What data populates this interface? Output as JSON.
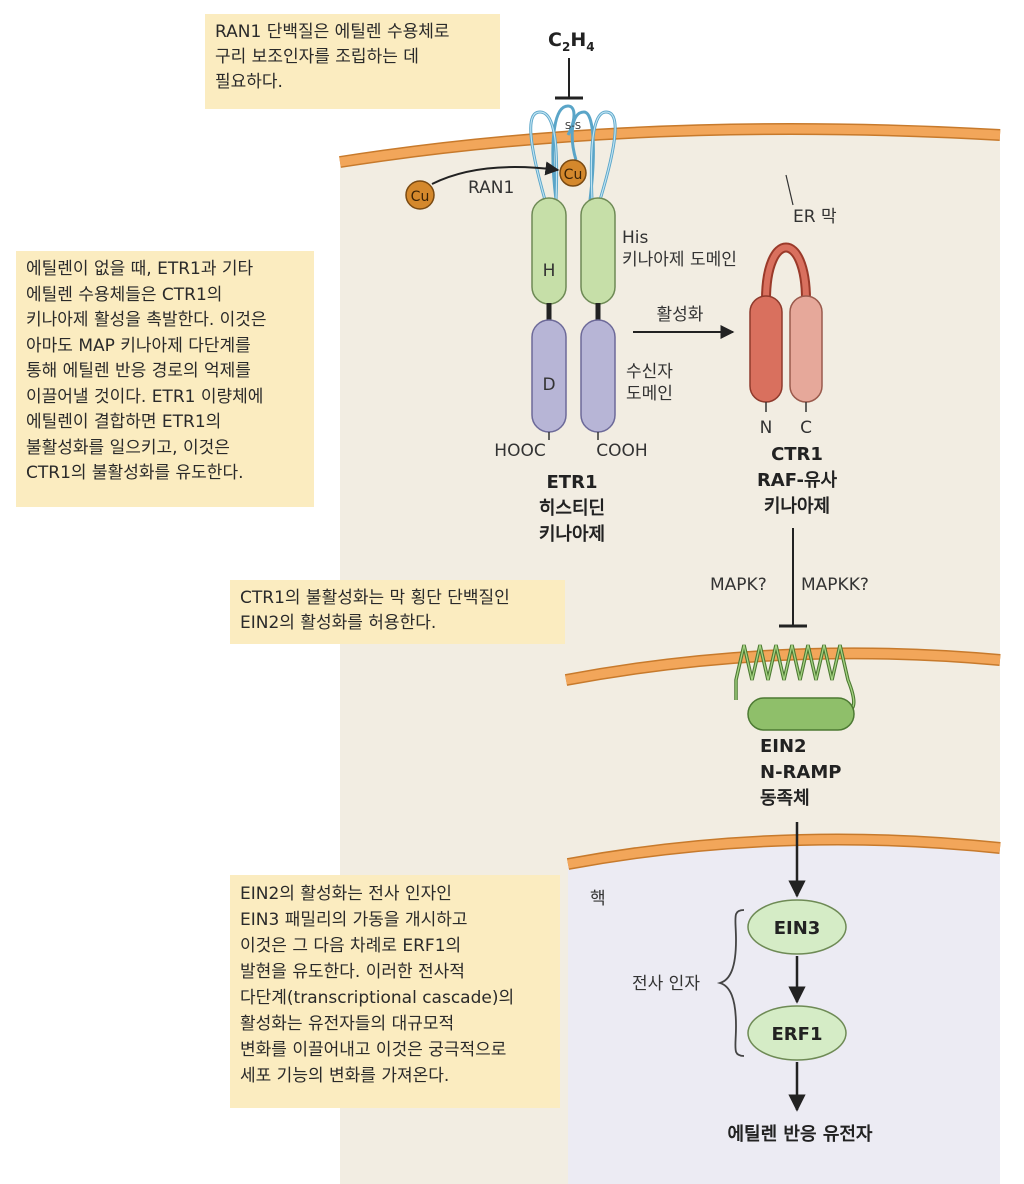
{
  "notes": {
    "ran1": "RAN1 단백질은 에틸렌 수용체로\n구리 보조인자를 조립하는 데\n필요하다.",
    "no_ethylene": "에틸렌이 없을 때, ETR1과 기타\n에틸렌 수용체들은 CTR1의\n키나아제 활성을 촉발한다. 이것은\n아마도 MAP 키나아제 다단계를\n통해 에틸렌 반응 경로의 억제를\n이끌어낼 것이다. ETR1 이량체에\n에틸렌이 결합하면 ETR1의\n불활성화를 일으키고, 이것은\nCTR1의 불활성화를 유도한다.",
    "ctr1_inactivation": "CTR1의 불활성화는 막 횡단 단백질인\nEIN2의 활성화를 허용한다.",
    "ein2_activation": "EIN2의 활성화는 전사 인자인\nEIN3 패밀리의 가동을 개시하고\n이것은 그 다음 차례로 ERF1의\n발현을 유도한다. 이러한 전사적\n다단계(transcriptional cascade)의\n활성화는 유전자들의 대규모적\n변화를 이끌어내고 이것은 궁극적으로\n세포 기능의 변화를 가져온다."
  },
  "labels": {
    "c2h4_c": "C",
    "c2h4_sub1": "2",
    "c2h4_h": "H",
    "c2h4_sub2": "4",
    "ss": "S-S",
    "cu": "Cu",
    "ran1": "RAN1",
    "er_membrane": "ER 막",
    "his_kinase_domain": "His\n키나아제 도메인",
    "h": "H",
    "d": "D",
    "activation": "활성화",
    "receiver_domain": "수신자\n도메인",
    "hooc": "HOOC",
    "cooh": "COOH",
    "etr1_title": "ETR1\n히스티딘\n키나아제",
    "n": "N",
    "c": "C",
    "ctr1_title": "CTR1\nRAF-유사\n키나아제",
    "mapk": "MAPK?",
    "mapkk": "MAPKK?",
    "ein2_title": "EIN2\nN-RAMP\n동족체",
    "nucleus": "핵",
    "transcription_factor": "전사 인자",
    "ein3": "EIN3",
    "erf1": "ERF1",
    "ethylene_response_genes": "에틸렌 반응 유전자"
  },
  "colors": {
    "cytoplasm": "#f2ede2",
    "nucleoplasm": "#ecebf3",
    "membrane": "#f2a65a",
    "membrane_edge": "#c77a2c",
    "note_bg": "#fbecc0",
    "receptor_green": "#c6dfa8",
    "receptor_purple": "#b7b5d6",
    "copper": "#d4882c",
    "ctr1_red": "#d9705e",
    "ctr1_pink": "#e6a89a",
    "ein2_green": "#8fbf6a",
    "tf_green": "#d5ecc6",
    "loop_blue": "#8ecae6"
  }
}
